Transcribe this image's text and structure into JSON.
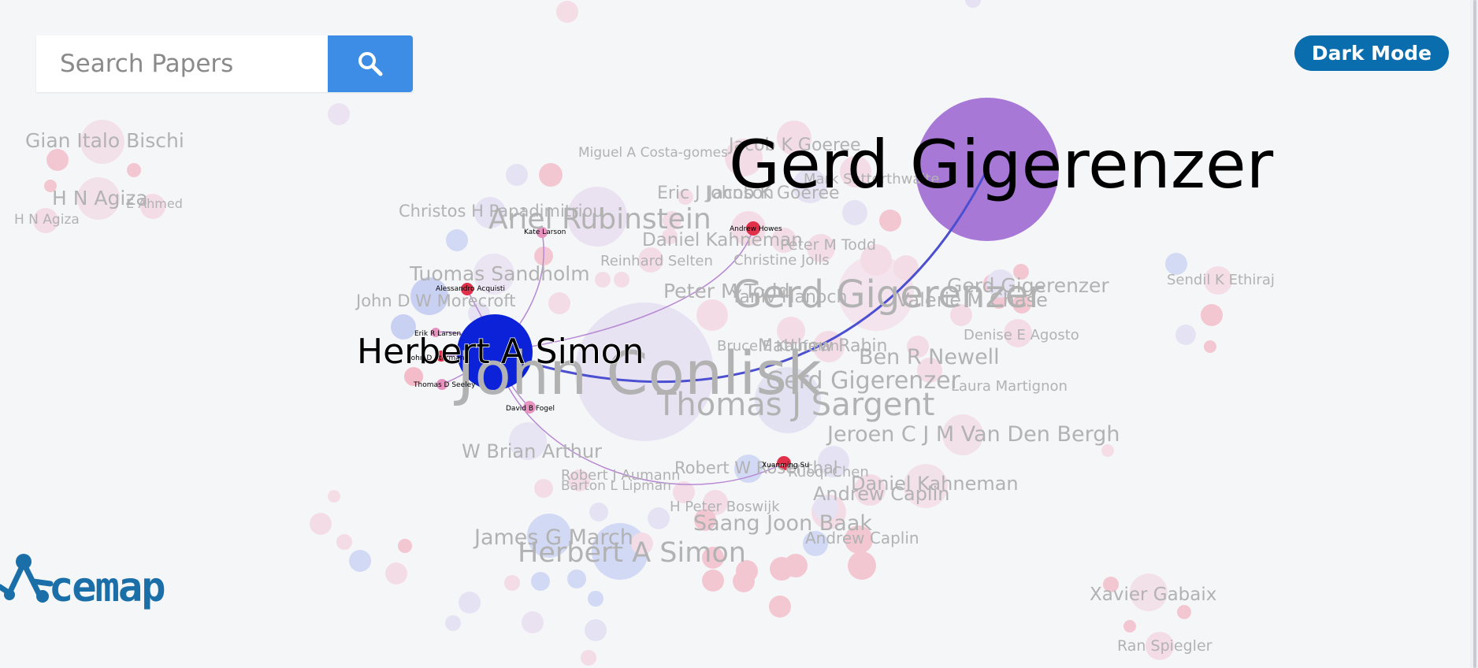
{
  "search": {
    "placeholder": "Search Papers"
  },
  "toolbar": {
    "dark_mode_label": "Dark Mode"
  },
  "logo": {
    "text": "cemap",
    "icon": "acemap-molecule-logo"
  },
  "icons": {
    "search": "search-icon"
  },
  "colors": {
    "background": "#f5f6f8",
    "search_button": "#3d8de6",
    "dark_mode_button": "#0a6dad",
    "logo": "#1b6fa8",
    "selected_node": "#0b22d9",
    "highlight_node": "#a66bd3",
    "edge": "#4b4fd0",
    "pink_node": "#f4b6c7",
    "lavender_node": "#c7c6ef",
    "red_node": "#e0304a"
  },
  "selected_author": "Herbert A Simon",
  "highlighted_author": "Gerd Gigerenzer",
  "connected_authors": [
    "Kate Larson",
    "Andrew Howes",
    "Alessandro Acquisti",
    "Erik R Larsen",
    "John D Sterman",
    "Thomas D Seeley",
    "David B Fogel",
    "Xuanming Su"
  ],
  "background_labels": [
    "Gian Italo Bischi",
    "H N Agiza",
    "E Ahmed",
    "H N Agiza",
    "Miguel A Costa-gomes",
    "Jacob K Goeree",
    "Mark Satterthwaite",
    "Christos H Papadimitriou",
    "Ariel Rubinstein",
    "Eric J Johnson",
    "Jacob K Goeree",
    "Daniel Kahneman",
    "Peter M Todd",
    "Reinhard Selten",
    "Christine Jolls",
    "Tuomas Sandholm",
    "Peter M Todd",
    "Gerd Gigerenzer",
    "Yaniv Hanoch",
    "Gerd Gigerenzer",
    "Valerie M Chase",
    "John D W Morecroft",
    "Sendil K Ethiraj",
    "John Conlisk",
    "Bruce E Kaufman",
    "Matthew Rabin",
    "Denise E Agosto",
    "Ben R Newell",
    "Gerd Gigerenzer",
    "Laura Martignon",
    "Thomas J Sargent",
    "Jeroen C J M Van Den Bergh",
    "W Brian Arthur",
    "Robert W Rosenthal",
    "Robert J Aumann",
    "Ruoqi Chen",
    "Barton L Lipman",
    "Daniel Kahneman",
    "Andrew Caplin",
    "H Peter Boswijk",
    "Saang Joon Baak",
    "James G March",
    "Andrew Caplin",
    "Herbert A Simon",
    "Xavier Gabaix",
    "Ran Spiegler"
  ]
}
